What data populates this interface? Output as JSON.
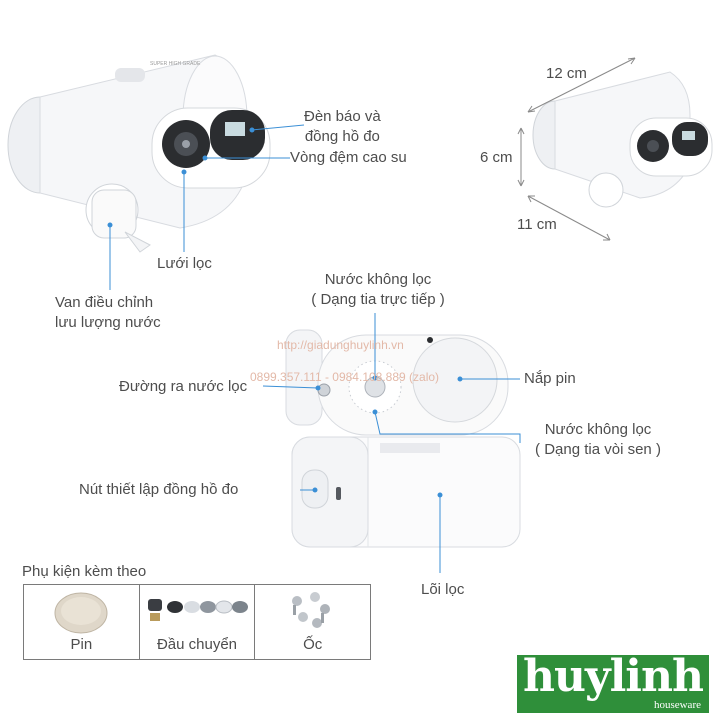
{
  "labels": {
    "den_bao": [
      "Đèn báo và",
      "đồng hồ đo"
    ],
    "vong_dem": "Vòng đệm cao su",
    "luoi_loc": "Lưới lọc",
    "van": [
      "Van điều chỉnh",
      "lưu lượng nước"
    ],
    "nuoc_khong_loc_1": [
      "Nước không lọc",
      "( Dạng tia trực tiếp )"
    ],
    "duong_ra": "Đường ra nước lọc",
    "nap_pin": "Nắp pin",
    "nuoc_khong_loc_2": [
      "Nước không lọc",
      "( Dạng tia vòi sen )"
    ],
    "nut_thiet_lap": "Nút thiết lập đồng hồ đo",
    "loi_loc": "Lõi lọc"
  },
  "dimensions": {
    "length": "12 cm",
    "height": "6 cm",
    "width": "11 cm"
  },
  "device_text": "SUPER HIGH GRADE",
  "watermark": {
    "url": "http://giadunghuylinh.vn",
    "phone": "0899.357.111 - 0984.108.889 (zalo)"
  },
  "accessories": {
    "title": "Phụ kiện kèm theo",
    "items": [
      {
        "label": "Pin",
        "icon": "battery-icon"
      },
      {
        "label": "Đầu chuyển",
        "icon": "adapters-icon"
      },
      {
        "label": "Ốc",
        "icon": "screws-icon"
      }
    ]
  },
  "brand": {
    "name": "huylinh",
    "tagline": "houseware",
    "color": "#2f8f3a"
  },
  "colors": {
    "leader_line": "#3b8fd6",
    "dimension_line": "#8a8a8a"
  }
}
